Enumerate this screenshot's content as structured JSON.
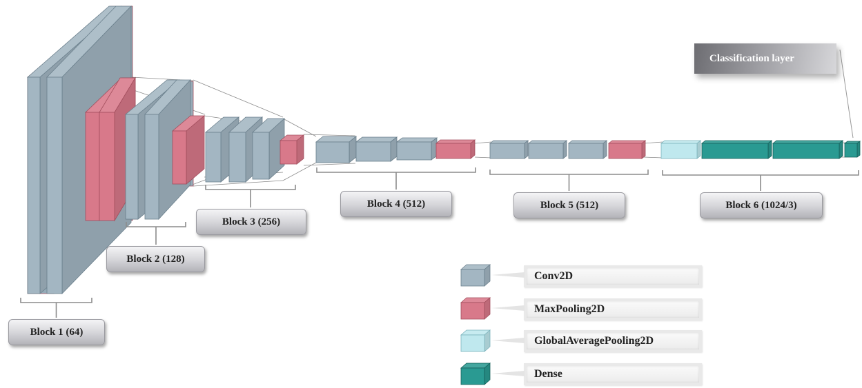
{
  "blocks": [
    {
      "label": "Block 1 (64)"
    },
    {
      "label": "Block 2 (128)"
    },
    {
      "label": "Block 3 (256)"
    },
    {
      "label": "Block 4 (512)"
    },
    {
      "label": "Block 5 (512)"
    },
    {
      "label": "Block 6 (1024/3)"
    }
  ],
  "classification_label": "Classification layer",
  "legend": [
    {
      "label": "Conv2D",
      "icon": "conv2d-cube-icon"
    },
    {
      "label": "MaxPooling2D",
      "icon": "maxpooling2d-cube-icon"
    },
    {
      "label": "GlobalAveragePooling2D",
      "icon": "globalaveragepooling2d-cube-icon"
    },
    {
      "label": "Dense",
      "icon": "dense-cube-icon"
    }
  ],
  "colors": {
    "conv2d": "#a3b6c2",
    "maxpooling2d": "#d8798a",
    "globalaveragepooling2d": "#bfe8ee",
    "dense": "#2a9a92"
  }
}
